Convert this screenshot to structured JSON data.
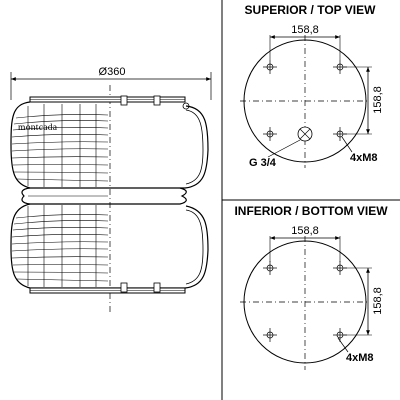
{
  "side_view": {
    "brand_text": "montcada",
    "diameter_label": "Ø360"
  },
  "top_view": {
    "title": "SUPERIOR / TOP VIEW",
    "dim_horizontal": "158,8",
    "dim_vertical": "158,8",
    "port_label": "G 3/4",
    "bolts_label": "4xM8"
  },
  "bottom_view": {
    "title": "INFERIOR / BOTTOM VIEW",
    "dim_horizontal": "158,8",
    "dim_vertical": "158,8",
    "bolts_label": "4xM8"
  }
}
